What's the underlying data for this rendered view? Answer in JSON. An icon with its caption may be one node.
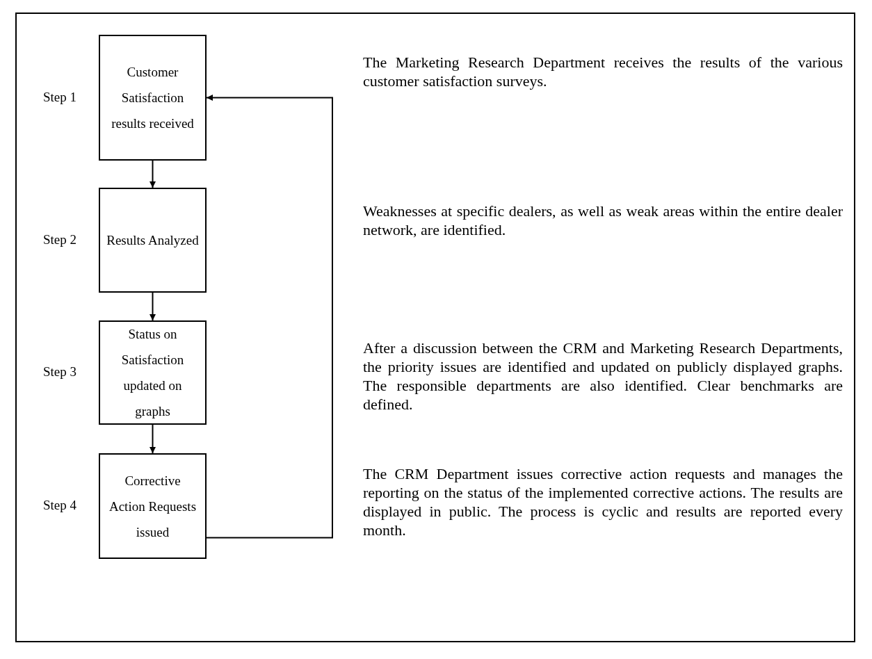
{
  "diagram": {
    "nodes": [
      {
        "text": [
          "Customer Satisfaction results received"
        ],
        "beside": [
          "Step 1"
        ]
      },
      {
        "text": [
          "Results Analyzed"
        ],
        "beside": [
          "Step 2"
        ]
      },
      {
        "text": [
          "Status on Satisfaction updated on graphs"
        ],
        "beside": [
          "Step 3"
        ]
      },
      {
        "text": [
          "Corrective Action Requests issued"
        ],
        "beside": [
          "Step 4"
        ]
      }
    ],
    "edges": [
      {
        "from": 0,
        "to": 1,
        "arrow": "to"
      },
      {
        "from": 1,
        "to": 2,
        "arrow": "to"
      },
      {
        "from": 2,
        "to": 3,
        "arrow": "to"
      },
      {
        "from": 3,
        "to": 0,
        "arrow": "to"
      }
    ],
    "labels": [
      "The Marketing Research Department receives the results of the various customer satisfaction surveys.",
      "Weaknesses at specific dealers, as well as weak areas within the entire dealer network, are identified.",
      "After a discussion between the CRM and Marketing Research Departments, the priority issues are identified and updated on publicly displayed graphs.  The responsible departments are also identified.  Clear benchmarks are defined.",
      "The CRM Department issues corrective action requests and manages the reporting on the status of the implemented corrective actions.  The results are displayed in public.  The process is cyclic and results are reported every month."
    ]
  }
}
